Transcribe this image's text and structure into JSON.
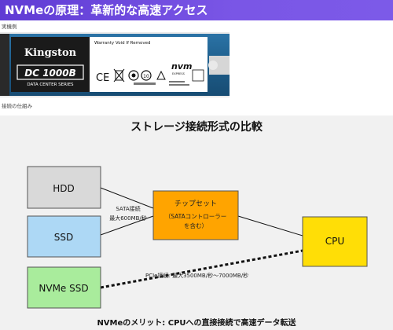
{
  "header": {
    "title": "NVMeの原理：革新的な高速アクセス"
  },
  "sections": {
    "example_label": "実機例",
    "mechanism_label": "接続の仕組み"
  },
  "product_photo": {
    "brand": "Kingston",
    "model": "DC 1000B",
    "series": "DATA CENTER SERIES",
    "warranty": "Warranty Void If Removed",
    "nvm_logo": "nvm",
    "nvm_sub": "EXPRESS",
    "pcb_color": "#1e5d8a",
    "label_color": "#ffffff",
    "icons": [
      "ce-mark-icon",
      "weee-bin-icon",
      "fcc-icon",
      "age-10-icon",
      "recycle-icon"
    ]
  },
  "diagram": {
    "title": "ストレージ接続形式の比較",
    "nodes": {
      "hdd": {
        "label": "HDD",
        "color": "#d9d9d9"
      },
      "ssd": {
        "label": "SSD",
        "color": "#add8f5"
      },
      "nvme": {
        "label": "NVMe SSD",
        "color": "#a9ec9c"
      },
      "chipset": {
        "line1": "チップセット",
        "line2": "（SATAコントローラー",
        "line3": "を含む）",
        "color": "#ffa400"
      },
      "cpu": {
        "label": "CPU",
        "color": "#ffde06"
      }
    },
    "sata_label_1": "SATA接続",
    "sata_label_2": "最大600MB/秒",
    "pcie_label": "PCIe接続: 最大3500MB/秒〜7000MB/秒",
    "footer": "NVMeのメリット: CPUへの直接接続で高速データ転送"
  }
}
